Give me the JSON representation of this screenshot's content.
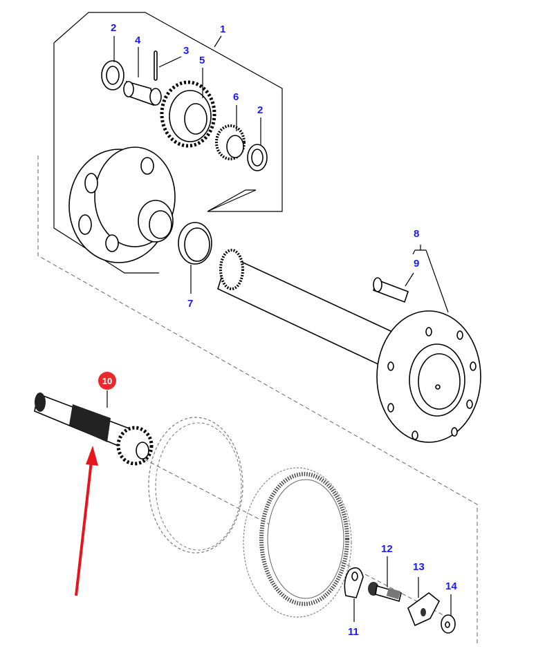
{
  "diagram": {
    "title": "Exploded parts diagram: planetary carrier and axle shaft",
    "highlighted_part": "10",
    "highlight_color": "#e8282b",
    "label_color": "#1a1aff",
    "arrow_color": "#e8141b",
    "callouts": [
      {
        "id": "c1",
        "text": "1",
        "part": "planet carrier assembly"
      },
      {
        "id": "c2a",
        "text": "2",
        "part": "thrust washer"
      },
      {
        "id": "c3",
        "text": "3",
        "part": "roll pin"
      },
      {
        "id": "c4",
        "text": "4",
        "part": "planet pin"
      },
      {
        "id": "c5",
        "text": "5",
        "part": "planet gear"
      },
      {
        "id": "c6",
        "text": "6",
        "part": "needle bearing"
      },
      {
        "id": "c2b",
        "text": "2",
        "part": "thrust washer"
      },
      {
        "id": "c7",
        "text": "7",
        "part": "washer"
      },
      {
        "id": "c8",
        "text": "8",
        "part": "axle shaft"
      },
      {
        "id": "c9",
        "text": "9",
        "part": "wheel stud"
      },
      {
        "id": "c10",
        "text": "10",
        "part": "sun gear shaft"
      },
      {
        "id": "c11",
        "text": "11",
        "part": "lock tab"
      },
      {
        "id": "c12",
        "text": "12",
        "part": "bolt"
      },
      {
        "id": "c13",
        "text": "13",
        "part": "retainer"
      },
      {
        "id": "c14",
        "text": "14",
        "part": "washer"
      }
    ]
  }
}
